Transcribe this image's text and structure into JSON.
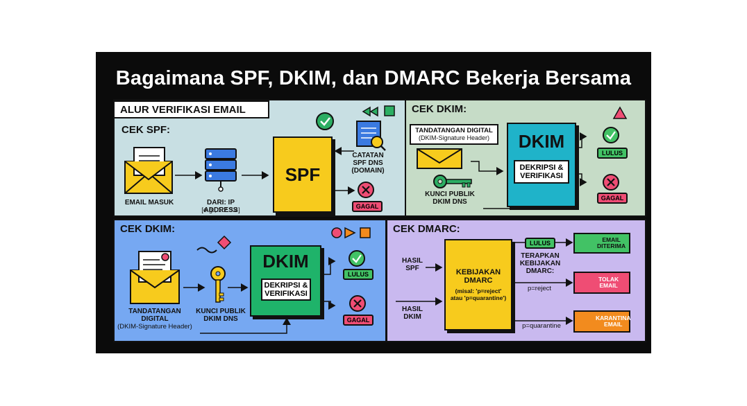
{
  "title": "Bagaimana SPF, DKIM, dan DMARC Bekerja Bersama",
  "flow_label": "ALUR VERIFIKASI EMAIL",
  "spf": {
    "heading": "CEK SPF:",
    "email_label": "EMAIL MASUK",
    "server_label_1": "DARI: IP ADDRESS",
    "server_label_2": "[e.g., 1.2.3.4]",
    "box": "SPF",
    "dns_1": "CATATAN",
    "dns_2": "SPF DNS",
    "dns_3": "(DOMAIN)",
    "fail": "GAGAL"
  },
  "dkim_top": {
    "heading": "CEK DKIM:",
    "sig_1": "TANDATANGAN DIGITAL",
    "sig_2": "(DKIM-Signature Header)",
    "key_1": "KUNCI PUBLIK",
    "key_2": "DKIM DNS",
    "box": "DKIM",
    "inner_1": "DEKRIPSI &",
    "inner_2": "VERIFIKASI",
    "pass": "LULUS",
    "fail": "GAGAL"
  },
  "dkim_bottom": {
    "heading": "CEK DKIM:",
    "sig_1": "TANDATANGAN",
    "sig_2": "DIGITAL",
    "sig_3": "(DKIM-Signature Header)",
    "key_1": "KUNCI PUBLIK",
    "key_2": "DKIM DNS",
    "box": "DKIM",
    "inner_1": "DEKRIPSI &",
    "inner_2": "VERIFIKASI",
    "pass": "LULUS",
    "fail": "GAGAL"
  },
  "dmarc": {
    "heading": "CEK DMARC:",
    "in_spf_1": "HASIL",
    "in_spf_2": "SPF",
    "in_dkim_1": "HASIL",
    "in_dkim_2": "DKIM",
    "policy_1": "KEBIJAKAN",
    "policy_2": "DMARC",
    "policy_3": "(misal: 'p=reject'",
    "policy_4": "atau 'p=quarantine')",
    "apply_1": "TERAPKAN",
    "apply_2": "KEBIJAKAN",
    "apply_3": "DMARC:",
    "pass": "LULUS",
    "reject": "p=reject",
    "quarantine": "p=quarantine",
    "out_accept_1": "EMAIL",
    "out_accept_2": "DITERIMA",
    "out_reject_1": "TOLAK",
    "out_reject_2": "EMAIL",
    "out_quar_1": "KARANTINA",
    "out_quar_2": "EMAIL"
  },
  "colors": {
    "yellow": "#f7cb1d",
    "green": "#1fb36a",
    "teal": "#1fb3c9",
    "red": "#ef4d74",
    "pass": "#42c265",
    "quarantine": "#f28b1e"
  },
  "icons": [
    "envelope-icon",
    "server-icon",
    "dns-record-icon",
    "check-icon",
    "cross-icon",
    "key-icon",
    "box-icon"
  ]
}
